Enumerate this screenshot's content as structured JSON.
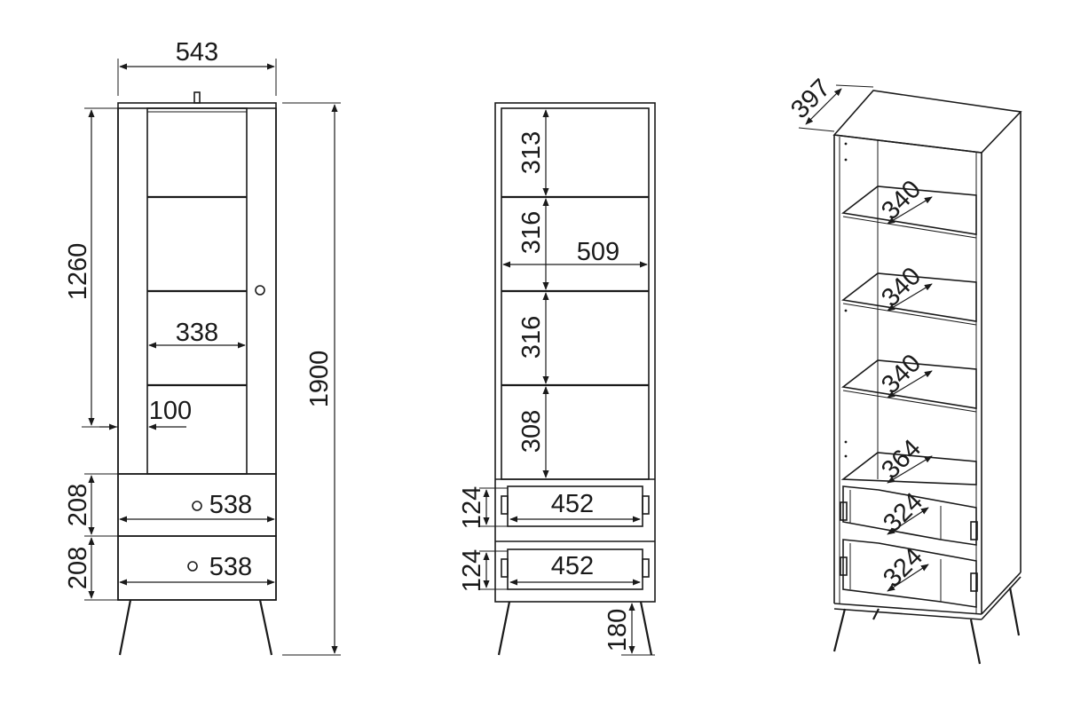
{
  "front_view": {
    "width": "543",
    "height_total": "1900",
    "height_glass": "1260",
    "shelf_width": "338",
    "frame_width": "100",
    "drawer_height_top": "208",
    "drawer_height_bottom": "208",
    "drawer_width_top": "538",
    "drawer_width_bottom": "538"
  },
  "inner_view": {
    "shelf_gap_1": "313",
    "shelf_gap_2": "316",
    "inner_width": "509",
    "shelf_gap_3": "316",
    "shelf_gap_4": "308",
    "drawer_inner_height_top": "124",
    "drawer_inner_width_top": "452",
    "drawer_inner_height_bottom": "124",
    "drawer_inner_width_bottom": "452",
    "leg_height": "180"
  },
  "iso_view": {
    "depth": "397",
    "shelf_depth_1": "340",
    "shelf_depth_2": "340",
    "shelf_depth_3": "340",
    "bottom_depth": "364",
    "drawer_depth_top": "324",
    "drawer_depth_bottom": "324"
  }
}
